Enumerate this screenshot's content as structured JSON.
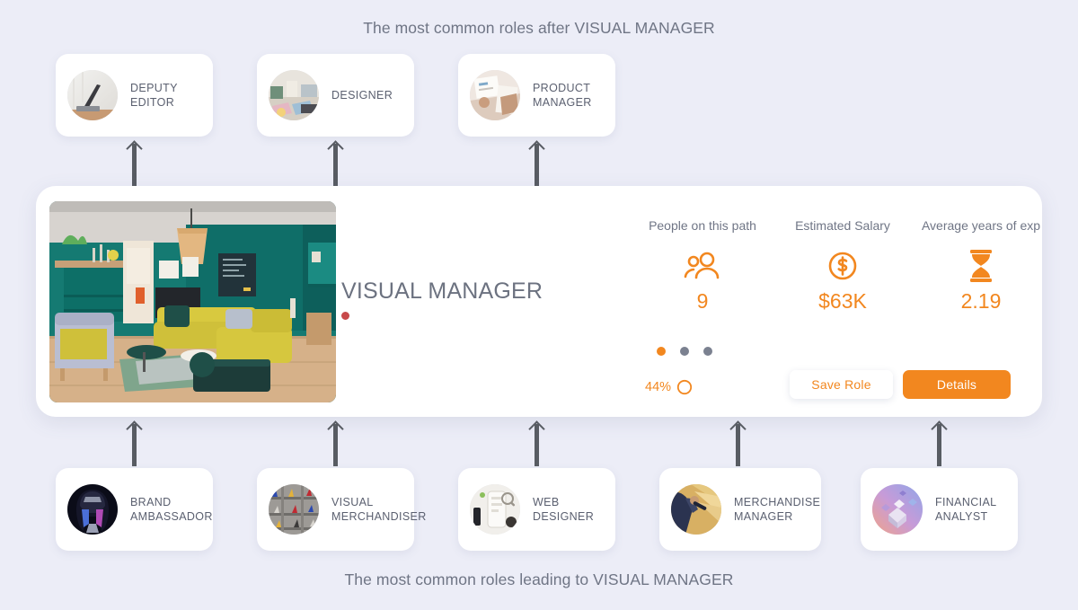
{
  "captions": {
    "top": "The most common roles after VISUAL MANAGER",
    "bottom": "The most common roles leading to VISUAL MANAGER"
  },
  "colors": {
    "background": "#ecedf7",
    "accent": "#f2871f",
    "text_muted": "#6f7585",
    "arrow": "#585c63",
    "title_dot": "#c8494a"
  },
  "next_roles": [
    {
      "label": "DEPUTY\nEDITOR",
      "thumb": "laptop-photo-thumb"
    },
    {
      "label": "DESIGNER",
      "thumb": "design-desk-photo-thumb"
    },
    {
      "label": "PRODUCT\nMANAGER",
      "thumb": "hands-paper-photo-thumb"
    }
  ],
  "previous_roles": [
    {
      "label": "BRAND\nAMBASSADOR",
      "thumb": "helmet-photo-thumb"
    },
    {
      "label": "VISUAL\nMERCHANDISER",
      "thumb": "shoe-display-photo-thumb"
    },
    {
      "label": "WEB\nDESIGNER",
      "thumb": "phone-mockup-photo-thumb"
    },
    {
      "label": "MERCHANDISE\nMANAGER",
      "thumb": "worker-photo-thumb"
    },
    {
      "label": "FINANCIAL\nANALYST",
      "thumb": "abstract-photo-thumb"
    }
  ],
  "main": {
    "title": "VISUAL MANAGER",
    "photo_alt": "showroom-interior-photo",
    "stats": [
      {
        "label": "People on this path",
        "value": "9",
        "icon": "people-icon"
      },
      {
        "label": "Estimated Salary",
        "value": "$63K",
        "icon": "dollar-coin-icon"
      },
      {
        "label": "Average years of exp",
        "value": "2.19",
        "icon": "hourglass-icon"
      }
    ],
    "carousel": {
      "count": 3,
      "active_index": 0
    },
    "match": {
      "percent_label": "44%",
      "icon": "progress-ring-icon"
    },
    "save_label": "Save Role",
    "details_label": "Details"
  }
}
